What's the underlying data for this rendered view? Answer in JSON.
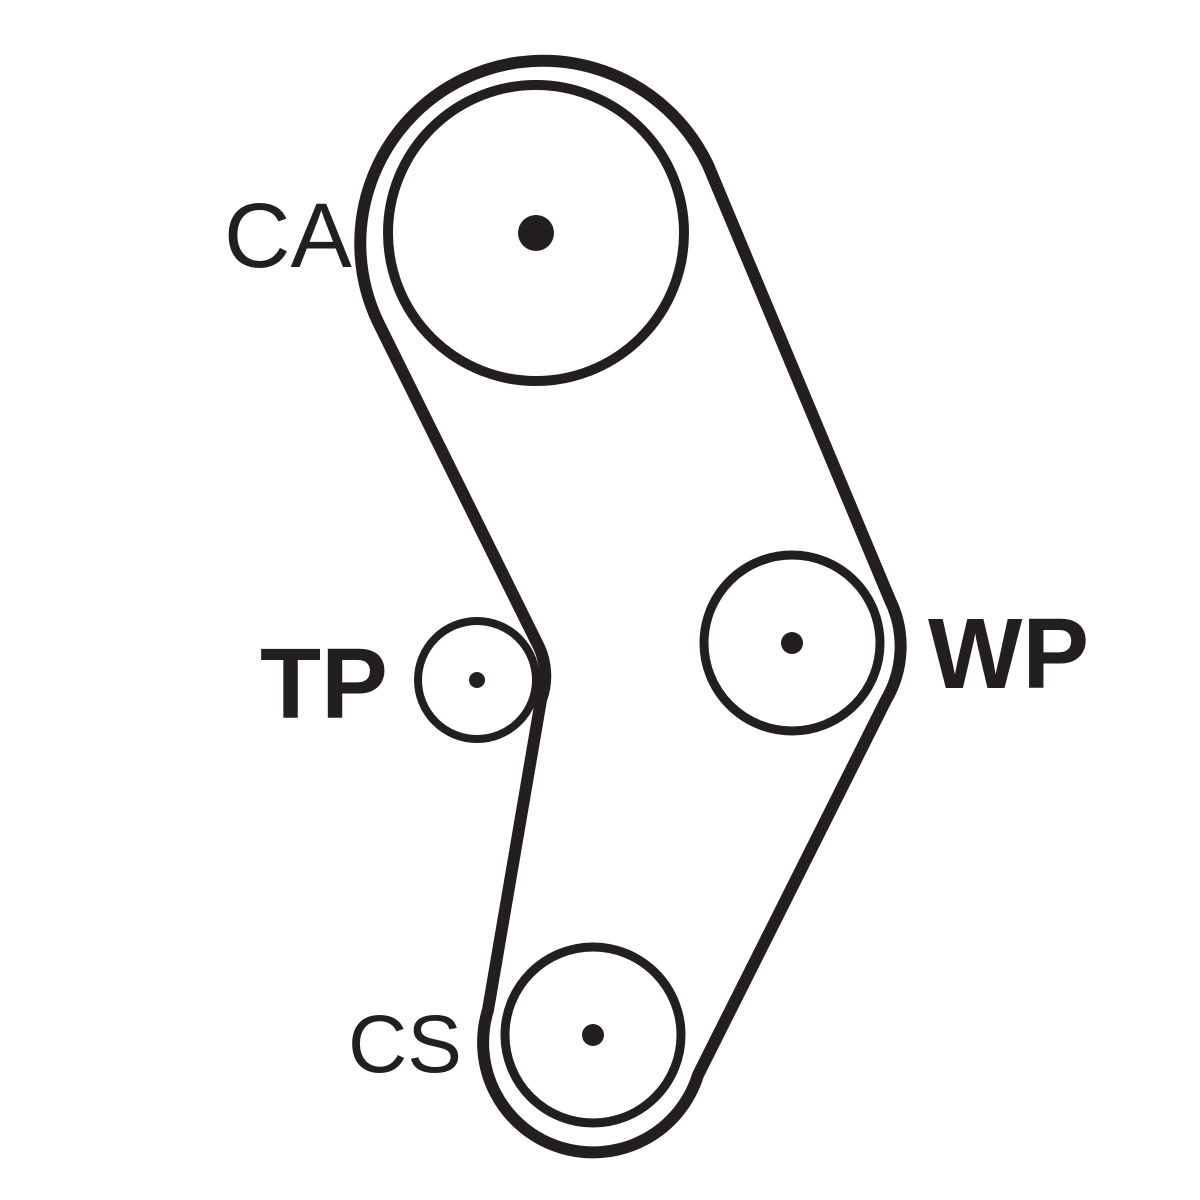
{
  "diagram": {
    "ink_color": "#231f20",
    "background": "#ffffff",
    "pulleys": {
      "ca": {
        "label": "CA"
      },
      "tp": {
        "label": "TP"
      },
      "wp": {
        "label": "WP"
      },
      "cs": {
        "label": "CS"
      }
    }
  }
}
